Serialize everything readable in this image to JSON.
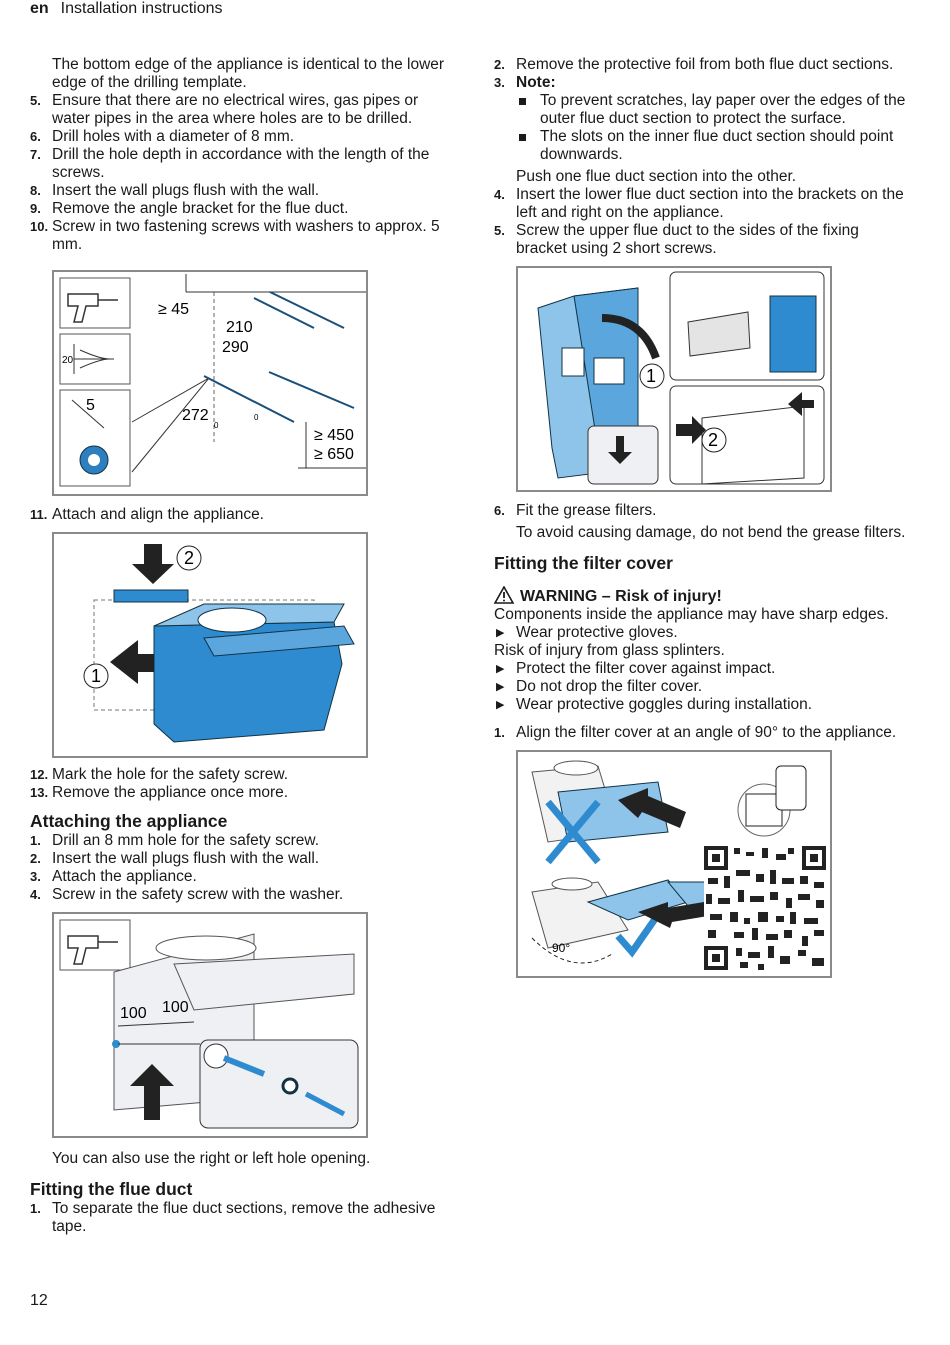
{
  "header": {
    "lang": "en",
    "title": "Installation instructions"
  },
  "left": {
    "intro": "The bottom edge of the appliance is identical to the lower edge of the drilling template.",
    "steps_a": [
      {
        "n": "5.",
        "t": "Ensure that there are no electrical wires, gas pipes or water pipes in the area where holes are to be drilled."
      },
      {
        "n": "6.",
        "t": "Drill holes with a diameter of 8 mm."
      },
      {
        "n": "7.",
        "t": "Drill the hole depth in accordance with the length of the screws."
      },
      {
        "n": "8.",
        "t": "Insert the wall plugs flush with the wall."
      },
      {
        "n": "9.",
        "t": "Remove the angle bracket for the flue duct."
      },
      {
        "n": "10.",
        "t": "Screw in two fastening screws with washers to approx. 5 mm."
      }
    ],
    "fig1": {
      "d45": "≥ 45",
      "d210": "210",
      "d290": "290",
      "d5": "5",
      "d20": "20",
      "d272": "272",
      "d0a": "0",
      "d0b": "0",
      "d450": "≥ 450",
      "d650": "≥ 650"
    },
    "step11": {
      "n": "11.",
      "t": "Attach and align the appliance."
    },
    "fig2": {
      "c1": "1",
      "c2": "2"
    },
    "steps_b": [
      {
        "n": "12.",
        "t": "Mark the hole for the safety screw."
      },
      {
        "n": "13.",
        "t": "Remove the appliance once more."
      }
    ],
    "attach_heading": "Attaching the appliance",
    "attach_steps": [
      {
        "n": "1.",
        "t": "Drill an 8 mm hole for the safety screw."
      },
      {
        "n": "2.",
        "t": "Insert the wall plugs flush with the wall."
      },
      {
        "n": "3.",
        "t": "Attach the appliance."
      },
      {
        "n": "4.",
        "t": "Screw in the safety screw with the washer."
      }
    ],
    "fig3": {
      "d100a": "100",
      "d100b": "100"
    },
    "note": "You can also use the right or left hole opening.",
    "flue_heading": "Fitting the flue duct",
    "flue_step1": {
      "n": "1.",
      "t": "To separate the flue duct sections, remove the adhesive tape."
    }
  },
  "right": {
    "step2": {
      "n": "2.",
      "t": "Remove the protective foil from both flue duct sections."
    },
    "step3": {
      "n": "3.",
      "t": "Note:"
    },
    "bullets": [
      "To prevent scratches, lay paper over the edges of the outer flue duct section to protect the surface.",
      "The slots on the inner flue duct section should point downwards."
    ],
    "push": "Push one flue duct section into the other.",
    "steps_c": [
      {
        "n": "4.",
        "t": "Insert the lower flue duct section into the brackets on the left and right on the appliance."
      },
      {
        "n": "5.",
        "t": "Screw the upper flue duct to the sides of the fixing bracket using 2 short screws."
      }
    ],
    "fig4": {
      "c1": "1",
      "c2": "2"
    },
    "step6": {
      "n": "6.",
      "t": "Fit the grease filters."
    },
    "step6_note": "To avoid causing damage, do not bend the grease filters.",
    "filter_heading": "Fitting the filter cover",
    "warning_title": "WARNING – Risk of injury!",
    "warning_text1": "Components inside the appliance may have sharp edges.",
    "warning_actions1": [
      "Wear protective gloves."
    ],
    "warning_text2": "Risk of injury from glass splinters.",
    "warning_actions2": [
      "Protect the filter cover against impact.",
      "Do not drop the filter cover.",
      "Wear protective goggles during installation."
    ],
    "step_align": {
      "n": "1.",
      "t": "Align the filter cover at an angle of 90° to the appliance."
    },
    "fig5": {
      "angle": "90°"
    }
  },
  "footer": {
    "page": "12"
  }
}
